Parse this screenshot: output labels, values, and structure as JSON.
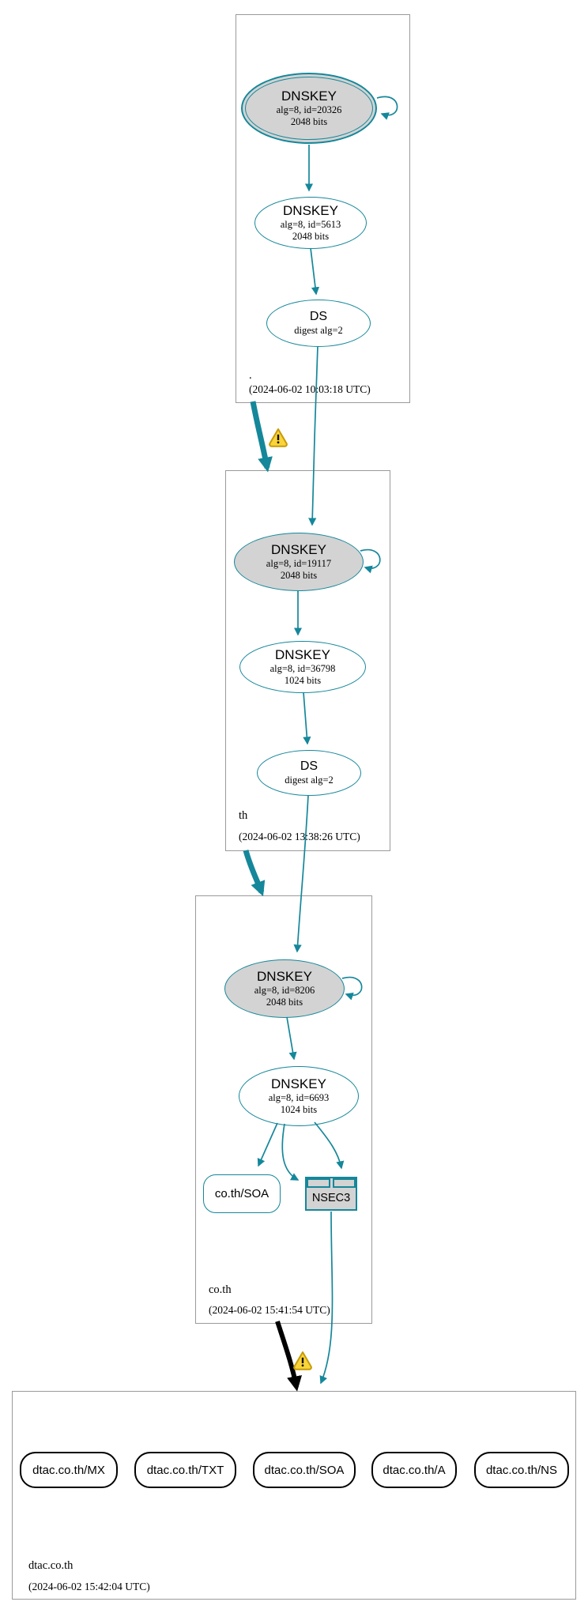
{
  "diagram_type": "dnssec-authentication-chain",
  "colors": {
    "secure_edge": "#15879a",
    "insecure_edge": "#000000",
    "node_fill_ksk": "#d3d3d3",
    "node_fill": "#ffffff",
    "warning_fill": "#f9d43a",
    "warning_border": "#c79b08",
    "zone_box_border": "#9a9a9a"
  },
  "icons": {
    "warning": {
      "name": "warning-icon",
      "glyph": "⚠"
    }
  },
  "zones": [
    {
      "label": ".",
      "timestamp": "(2024-06-02 10:03:18 UTC)",
      "nodes": [
        {
          "title": "DNSKEY",
          "detail1": "alg=8, id=20326",
          "detail2": "2048 bits"
        },
        {
          "title": "DNSKEY",
          "detail1": "alg=8, id=5613",
          "detail2": "2048 bits"
        },
        {
          "title": "DS",
          "detail1": "digest alg=2"
        }
      ]
    },
    {
      "label": "th",
      "timestamp": "(2024-06-02 13:38:26 UTC)",
      "nodes": [
        {
          "title": "DNSKEY",
          "detail1": "alg=8, id=19117",
          "detail2": "2048 bits"
        },
        {
          "title": "DNSKEY",
          "detail1": "alg=8, id=36798",
          "detail2": "1024 bits"
        },
        {
          "title": "DS",
          "detail1": "digest alg=2"
        }
      ]
    },
    {
      "label": "co.th",
      "timestamp": "(2024-06-02 15:41:54 UTC)",
      "nodes": [
        {
          "title": "DNSKEY",
          "detail1": "alg=8, id=8206",
          "detail2": "2048 bits"
        },
        {
          "title": "DNSKEY",
          "detail1": "alg=8, id=6693",
          "detail2": "1024 bits"
        },
        {
          "label": "co.th/SOA"
        },
        {
          "label": "NSEC3"
        }
      ]
    },
    {
      "label": "dtac.co.th",
      "timestamp": "(2024-06-02 15:42:04 UTC)",
      "rrsets": [
        "dtac.co.th/MX",
        "dtac.co.th/TXT",
        "dtac.co.th/SOA",
        "dtac.co.th/A",
        "dtac.co.th/NS"
      ]
    }
  ]
}
